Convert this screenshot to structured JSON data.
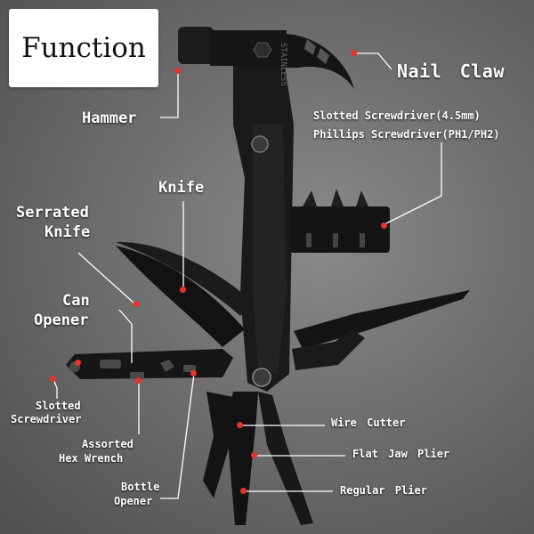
{
  "title": "Function",
  "labels": {
    "nail_claw": "Nail Claw",
    "hammer": "Hammer",
    "slotted_screwdriver_bit": "Slotted Screwdriver(4.5mm)",
    "phillips_screwdriver_bit": "Phillips Screwdriver(PH1/PH2)",
    "knife": "Knife",
    "serrated_knife_line1": "Serrated",
    "serrated_knife_line2": "Knife",
    "can_opener_line1": "Can",
    "can_opener_line2": "Opener",
    "slotted_screwdriver_line1": "Slotted",
    "slotted_screwdriver_line2": "Screwdriver",
    "hex_wrench_line1": "Assorted",
    "hex_wrench_line2": "Hex Wrench",
    "bottle_opener_line1": "Bottle",
    "bottle_opener_line2": "Opener",
    "wire_cutter": "Wire Cutter",
    "flat_jaw_plier": "Flat Jaw Plier",
    "regular_plier": "Regular Plier"
  },
  "brand_mark": "STAINLESS",
  "colors": {
    "accent": "#e8322c",
    "tool": "#1a1a1a",
    "label": "#ffffff"
  }
}
